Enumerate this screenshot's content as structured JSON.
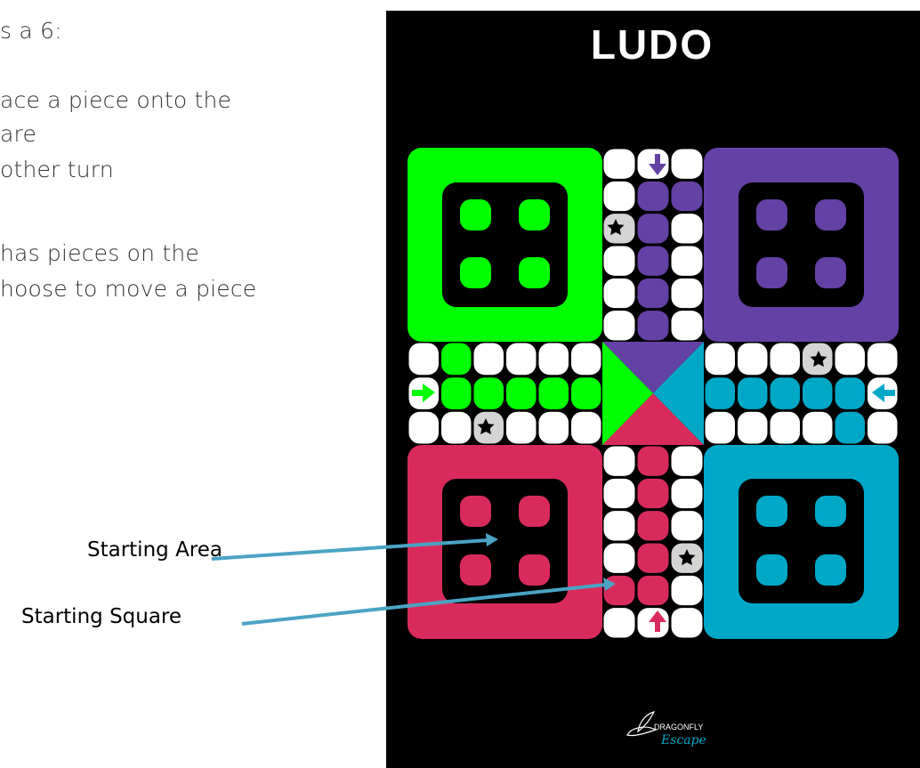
{
  "instructions": {
    "lines": [
      "s a 6:",
      "ace a piece onto the",
      "are",
      " other turn",
      "has pieces on the",
      "hoose to move a piece"
    ]
  },
  "callouts": [
    {
      "label": "Starting Area"
    },
    {
      "label": "Starting Square"
    }
  ],
  "board": {
    "title": "LUDO",
    "logo_line1": "DRAGONFLY",
    "logo_line2": "Escape",
    "colors": {
      "background": "#000000",
      "green": "#00ff00",
      "purple": "#6441a5",
      "red": "#d82b5c",
      "teal": "#00a8c8",
      "cell": "#ffffff",
      "safe": "#d4d4d4",
      "arrow_line": "#4aa3c4"
    },
    "quadrants": [
      {
        "name": "green",
        "pieces": 4
      },
      {
        "name": "purple",
        "pieces": 4
      },
      {
        "name": "red",
        "pieces": 4
      },
      {
        "name": "teal",
        "pieces": 4
      }
    ],
    "icons": [
      "star-icon",
      "arrow-down-icon",
      "arrow-right-icon",
      "arrow-left-icon",
      "arrow-up-icon",
      "dragonfly-logo-icon"
    ]
  }
}
